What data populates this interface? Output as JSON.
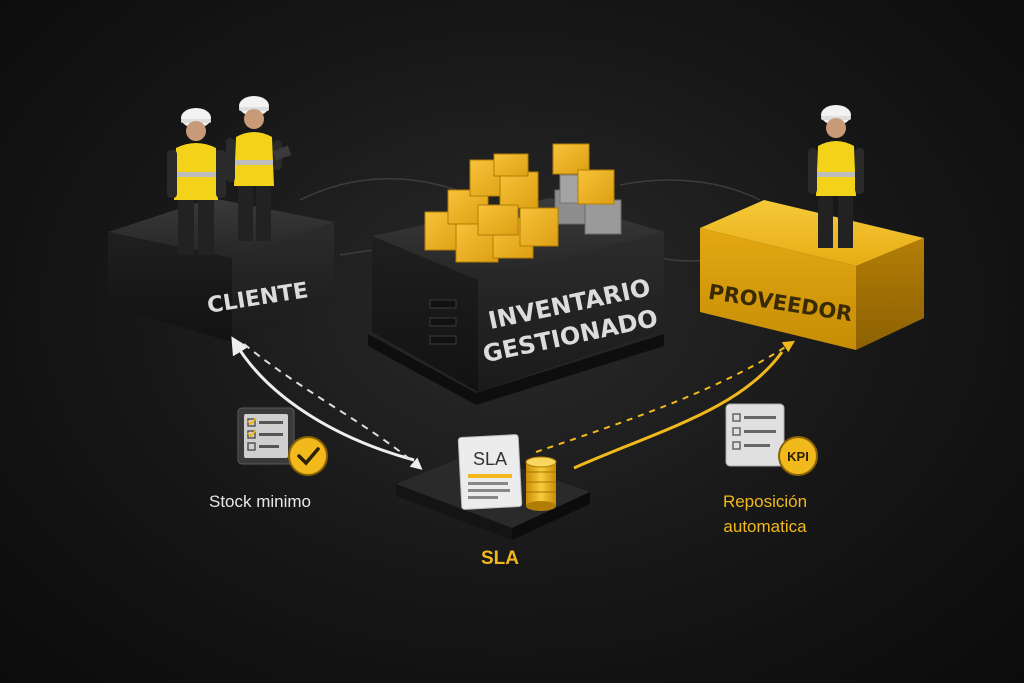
{
  "nodes": {
    "cliente": "CLIENTE",
    "inventario_line1": "INVENTARIO",
    "inventario_line2": "GESTIONADO",
    "proveedor": "PROVEEDOR",
    "sla_doc": "SLA"
  },
  "captions": {
    "stock": "Stock minimo",
    "sla": "SLA",
    "reposicion_line1": "Reposición",
    "reposicion_line2": "automatica"
  },
  "badges": {
    "kpi": "KPI"
  },
  "colors": {
    "accent": "#f2b91c",
    "dark_block": "#2b2b2b",
    "caption_light": "#e8e8e8",
    "caption_accent": "#f2b91c"
  },
  "icons": [
    "checklist-icon",
    "checkmark-icon",
    "kpi-document-icon",
    "sla-document-icon",
    "coin-stack-icon",
    "worker-icon",
    "box-stack-icon"
  ]
}
